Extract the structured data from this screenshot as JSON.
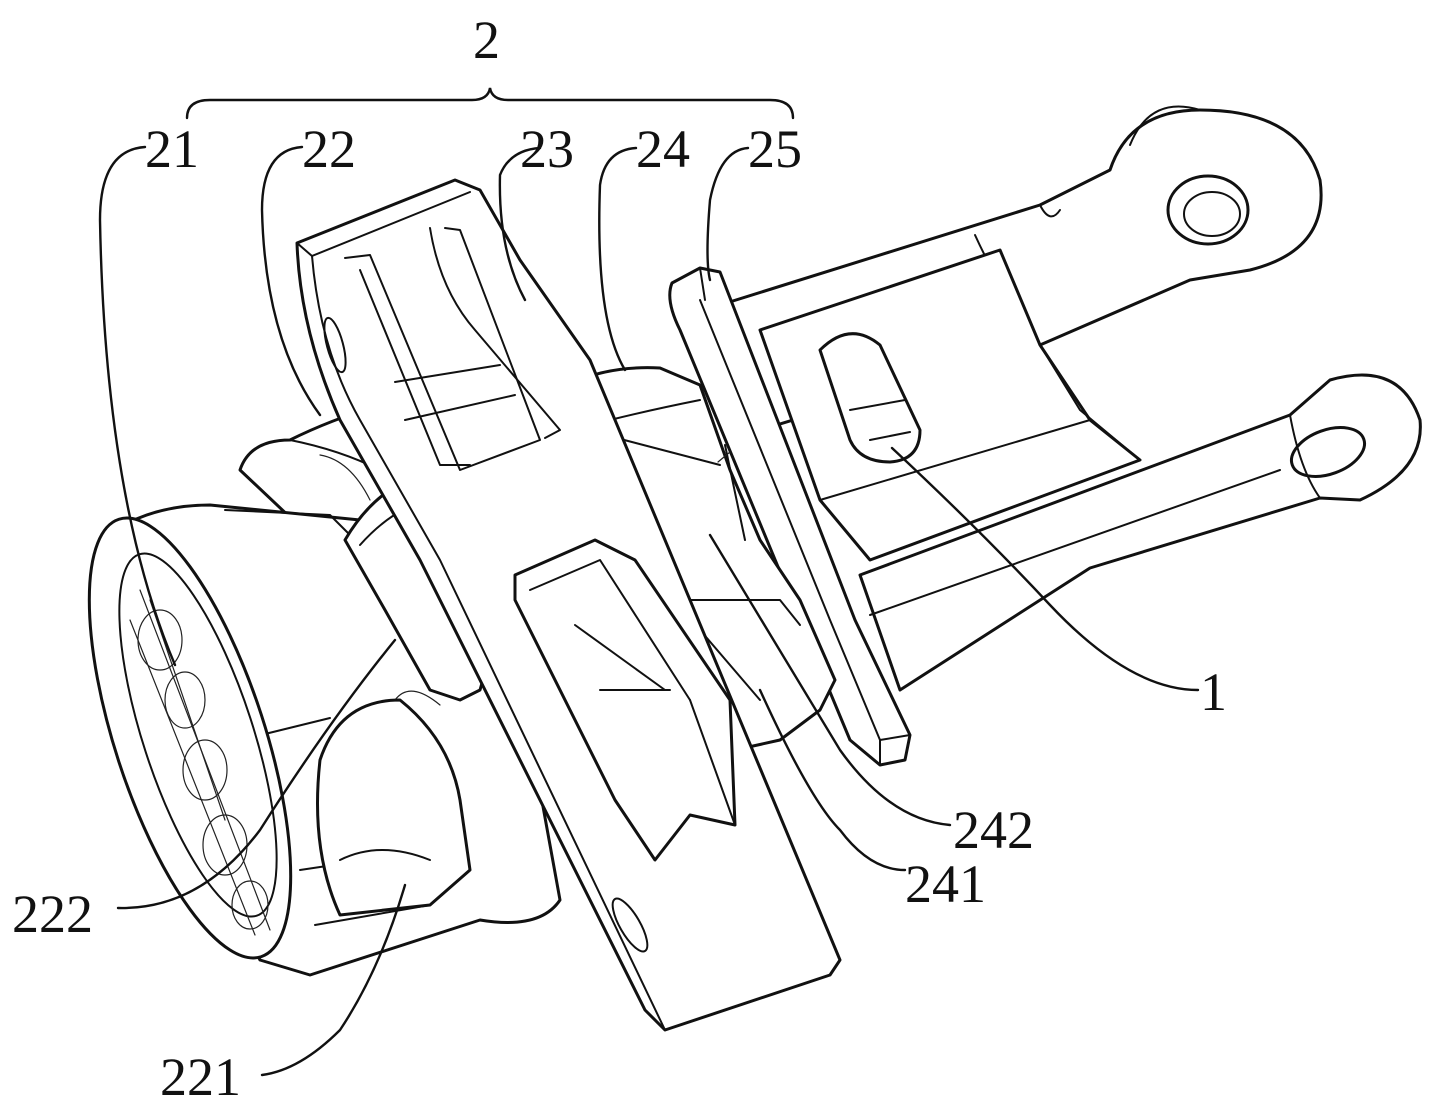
{
  "diagram": {
    "labels": {
      "assembly": "2",
      "p21": "21",
      "p22": "22",
      "p23": "23",
      "p24": "24",
      "p25": "25",
      "p1": "1",
      "p242": "242",
      "p241": "241",
      "p222": "222",
      "p221": "221"
    }
  }
}
